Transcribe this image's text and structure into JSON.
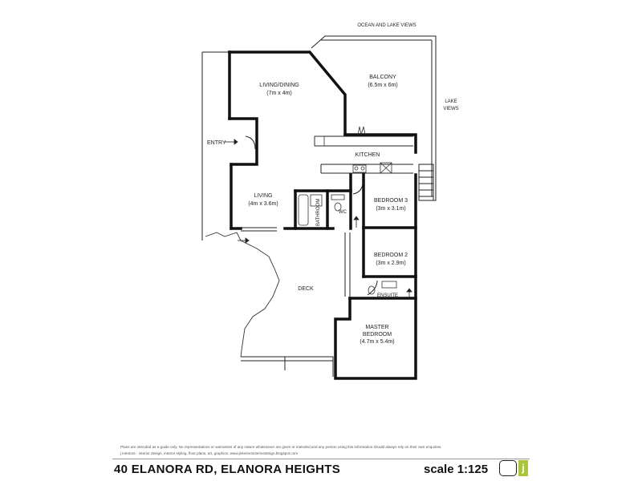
{
  "plan": {
    "views_top": "OCEAN AND LAKE VIEWS",
    "views_side_1": "LAKE",
    "views_side_2": "VIEWS",
    "entry": "ENTRY",
    "living_dining": {
      "name": "LIVING/DINING",
      "size": "(7m x 4m)"
    },
    "balcony": {
      "name": "BALCONY",
      "size": "(6.5m x 6m)"
    },
    "kitchen": "KITCHEN",
    "living": {
      "name": "LIVING",
      "size": "(4m x 3.6m)"
    },
    "bathroom": "BATHROOM",
    "wc": "WC",
    "bedroom3": {
      "name": "BEDROOM 3",
      "size": "(3m x 3.1m)"
    },
    "bedroom2": {
      "name": "BEDROOM 2",
      "size": "(3m x 2.9m)"
    },
    "ensuite": "ENSUITE",
    "deck": "DECK",
    "master": {
      "name1": "MASTER",
      "name2": "BEDROOM",
      "size": "(4.7m x 5.4m)"
    }
  },
  "footer": {
    "disclaimer": "Plans are intended as a guide only. No representations or warranties of any nature whatsoever are given or intended and any person using this information should always rely on their own enquiries.",
    "credit": "j interiors - interior design, interior styling, floor plans, art, graphics. www.jinteriorsinteriordesign.blogspot.com",
    "address": "40 ELANORA RD, ELANORA HEIGHTS",
    "scale": "scale 1:125",
    "logo_letter": "j"
  }
}
